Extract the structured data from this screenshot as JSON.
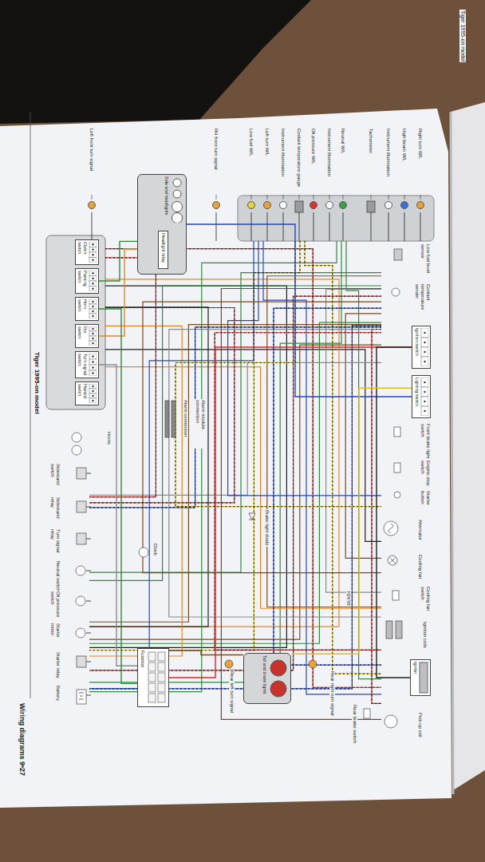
{
  "diagram": {
    "title": "Tiger 1995-on model",
    "nodes": [
      {
        "text": [
          "Side and headlights"
        ]
      },
      {
        "text": [
          "Headlight relay"
        ],
        "in": 0
      },
      {
        "text": [
          "Clutch switch"
        ]
      },
      {
        "text": [
          "Passing switch"
        ]
      },
      {
        "text": [
          "Horn switch"
        ]
      },
      {
        "text": [
          "Dip switch"
        ]
      },
      {
        "text": [
          "Turn signal switch"
        ]
      },
      {
        "text": [
          "Hazard switch"
        ]
      },
      {
        "text": [
          "Ignition switch"
        ]
      },
      {
        "text": [
          "Lighting switch"
        ]
      },
      {
        "text": [
          "Igniter"
        ]
      },
      {
        "text": [
          "Tail and brake lights"
        ]
      },
      {
        "text": [
          "Fusebox"
        ]
      }
    ],
    "edges": [
      {
        "from": 8,
        "to": 12,
        "arrow": "none"
      },
      {
        "from": 9,
        "to": 0,
        "arrow": "none"
      },
      {
        "from": 5,
        "to": 1,
        "arrow": "none"
      },
      {
        "from": 3,
        "to": 1,
        "arrow": "none"
      },
      {
        "from": 8,
        "to": 10,
        "arrow": "none"
      },
      {
        "from": 12,
        "to": 11,
        "arrow": "none"
      },
      {
        "from": 9,
        "to": 11,
        "arrow": "none"
      },
      {
        "from": 6,
        "to": 12,
        "arrow": "none"
      },
      {
        "from": 4,
        "to": 12,
        "arrow": "none"
      }
    ],
    "labels": [
      "Tiger 1995-on model",
      "Right turn W/L",
      "High beam W/L",
      "Instrument illumination",
      "Tachometer",
      "Neutral W/L",
      "Instrument illumination",
      "Oil pressure W/L",
      "Coolant temperature gauge",
      "Instrument illumination",
      "Left turn W/L",
      "Low fuel W/L",
      "RH front turn signal",
      "Left front turn signal",
      "Low fuel level sensor",
      "Coolant temperature sender",
      "Front brake light switch",
      "Engine stop switch",
      "Starter button",
      "Alternator",
      "Cooling fan",
      "Cooling fan switch",
      "Ignition coils",
      "Pick-up coil",
      "H24743",
      "Rear brake switch",
      "Rear right turn signal",
      "Rear left turn signal",
      "Brake light diode",
      "Alarm module connection",
      "Alarm connection",
      "Clock",
      "Horns",
      "Sidestand switch",
      "Sidestand relay",
      "Turn signal relay",
      "Neutral switch",
      "Oil pressure switch",
      "Starter motor",
      "Starter relay",
      "Battery",
      "Wiring diagrams 9•27"
    ]
  }
}
